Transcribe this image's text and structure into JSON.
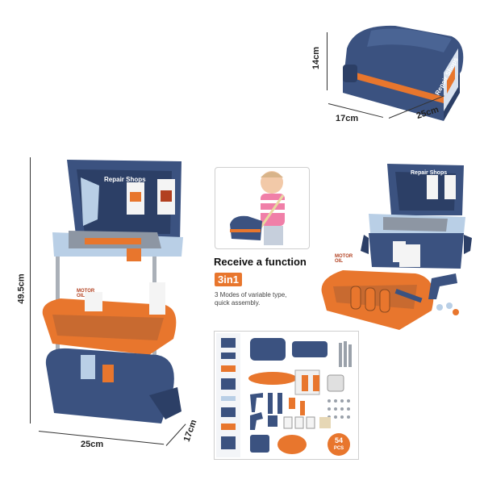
{
  "dimensions": {
    "box_height": "14cm",
    "box_depth": "17cm",
    "box_width": "25cm",
    "stand_height": "49.5cm",
    "stand_width": "25cm",
    "stand_depth": "17cm"
  },
  "product": {
    "brand_label": "Repair Shops",
    "oil_label": "MOTOR OIL"
  },
  "function_section": {
    "heading": "Receive a function",
    "badge": "3in1",
    "desc_line1": "3 Modes of variable type,",
    "desc_line2": "quick assembly."
  },
  "parts_panel": {
    "count_number": "54",
    "count_unit": "PCS"
  },
  "colors": {
    "navy": "#3b5280",
    "navy_dark": "#2c3f66",
    "orange": "#e8762d",
    "light_blue": "#b9cfe6",
    "grey": "#8d96a3"
  }
}
